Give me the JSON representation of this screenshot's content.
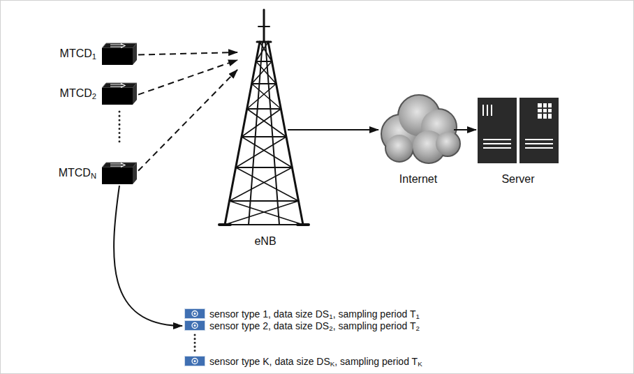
{
  "diagram": {
    "nodes": [
      {
        "text": [
          "MTCD1"
        ]
      },
      {
        "text": [
          "MTCD2"
        ]
      },
      {
        "text": [
          "MTCDN"
        ]
      },
      {
        "text": [
          "eNB"
        ]
      },
      {
        "text": [
          "Internet"
        ]
      },
      {
        "text": [
          "Server"
        ]
      },
      {
        "text": [
          "sensor type 1, data size DS1, sampling period T1",
          "sensor type 2, data size DS2, sampling period T2",
          "sensor type K, data size DSK, sampling period TK"
        ]
      }
    ],
    "edges": [
      {
        "from": 0,
        "to": 3,
        "arrow": "to"
      },
      {
        "from": 1,
        "to": 3,
        "arrow": "to"
      },
      {
        "from": 2,
        "to": 3,
        "arrow": "to"
      },
      {
        "from": 3,
        "to": 4,
        "arrow": "to"
      },
      {
        "from": 4,
        "to": 5,
        "arrow": "to"
      },
      {
        "from": 2,
        "to": 6,
        "arrow": "to"
      }
    ]
  }
}
